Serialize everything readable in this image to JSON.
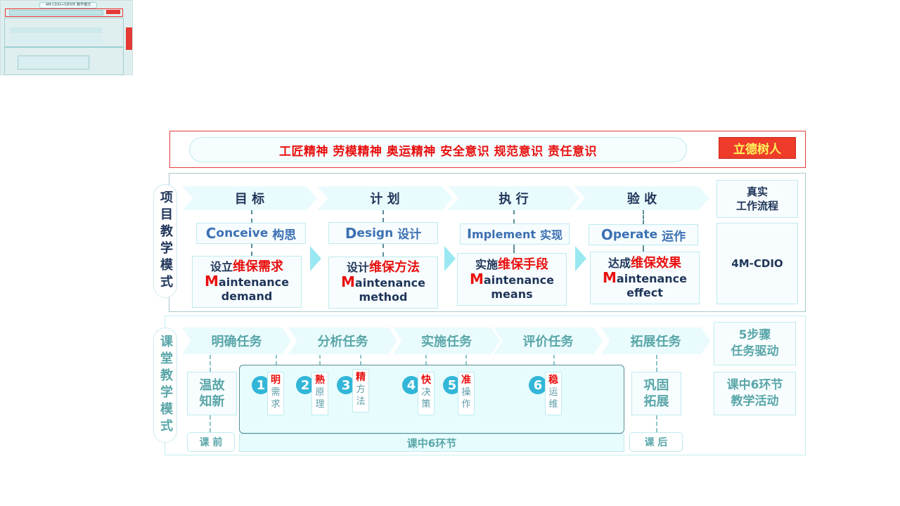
{
  "thumbnail": {
    "caption": "4M-CDIO+5步6环 教学模式"
  },
  "colors": {
    "accent_red": "#e8100f",
    "navy": "#1f3559",
    "blue": "#3c70b3",
    "teal": "#5aa6a9",
    "cyan": "#32b6d8"
  },
  "header": {
    "slogans": "工匠精神 劳模精神 奥运精神 安全意识 规范意识 责任意识",
    "badge": "立德树人"
  },
  "project_mode": {
    "label": "项目教学模式",
    "stages": [
      {
        "title": "目 标",
        "cdio_letter": "C",
        "cdio_rest": "onceive",
        "cdio_cn": "构思",
        "verb": "设立",
        "goal": "维保需求",
        "en_letter": "M",
        "en_rest": "aintenance",
        "en_line2": "demand"
      },
      {
        "title": "计 划",
        "cdio_letter": "D",
        "cdio_rest": "esign",
        "cdio_cn": "设计",
        "verb": "设计",
        "goal": "维保方法",
        "en_letter": "M",
        "en_rest": "aintenance",
        "en_line2": "method"
      },
      {
        "title": "执 行",
        "cdio_letter": "I",
        "cdio_rest": "mplement",
        "cdio_cn": "实现",
        "verb": "实施",
        "goal": "维保手段",
        "en_letter": "M",
        "en_rest": "aintenance",
        "en_line2": "means"
      },
      {
        "title": "验 收",
        "cdio_letter": "O",
        "cdio_rest": "perate",
        "cdio_cn": "运作",
        "verb": "达成",
        "goal": "维保效果",
        "en_letter": "M",
        "en_rest": "aintenance",
        "en_line2": "effect"
      }
    ],
    "side_top_line1": "真实",
    "side_top_line2": "工作流程",
    "side_bottom": "4M-CDIO"
  },
  "class_mode": {
    "label": "课堂教学模式",
    "tasks": [
      "明确任务",
      "分析任务",
      "实施任务",
      "评价任务",
      "拓展任务"
    ],
    "side_top_line1": "5步骤",
    "side_top_line2": "任务驱动",
    "side_bottom_line1": "课中6环节",
    "side_bottom_line2": "教学活动",
    "pre_line1": "温故",
    "pre_line2": "知新",
    "post_line1": "巩固",
    "post_line2": "拓展",
    "steps": [
      {
        "n": "1",
        "h": "明",
        "a": "需",
        "b": "求"
      },
      {
        "n": "2",
        "h": "熟",
        "a": "原",
        "b": "理"
      },
      {
        "n": "3",
        "h": "精",
        "a": "方",
        "b": "法"
      },
      {
        "n": "4",
        "h": "快",
        "a": "决",
        "b": "策"
      },
      {
        "n": "5",
        "h": "准",
        "a": "操",
        "b": "作"
      },
      {
        "n": "6",
        "h": "稳",
        "a": "运",
        "b": "维"
      }
    ],
    "phase_before": "课 前",
    "phase_during": "课中6环节",
    "phase_after": "课 后"
  }
}
